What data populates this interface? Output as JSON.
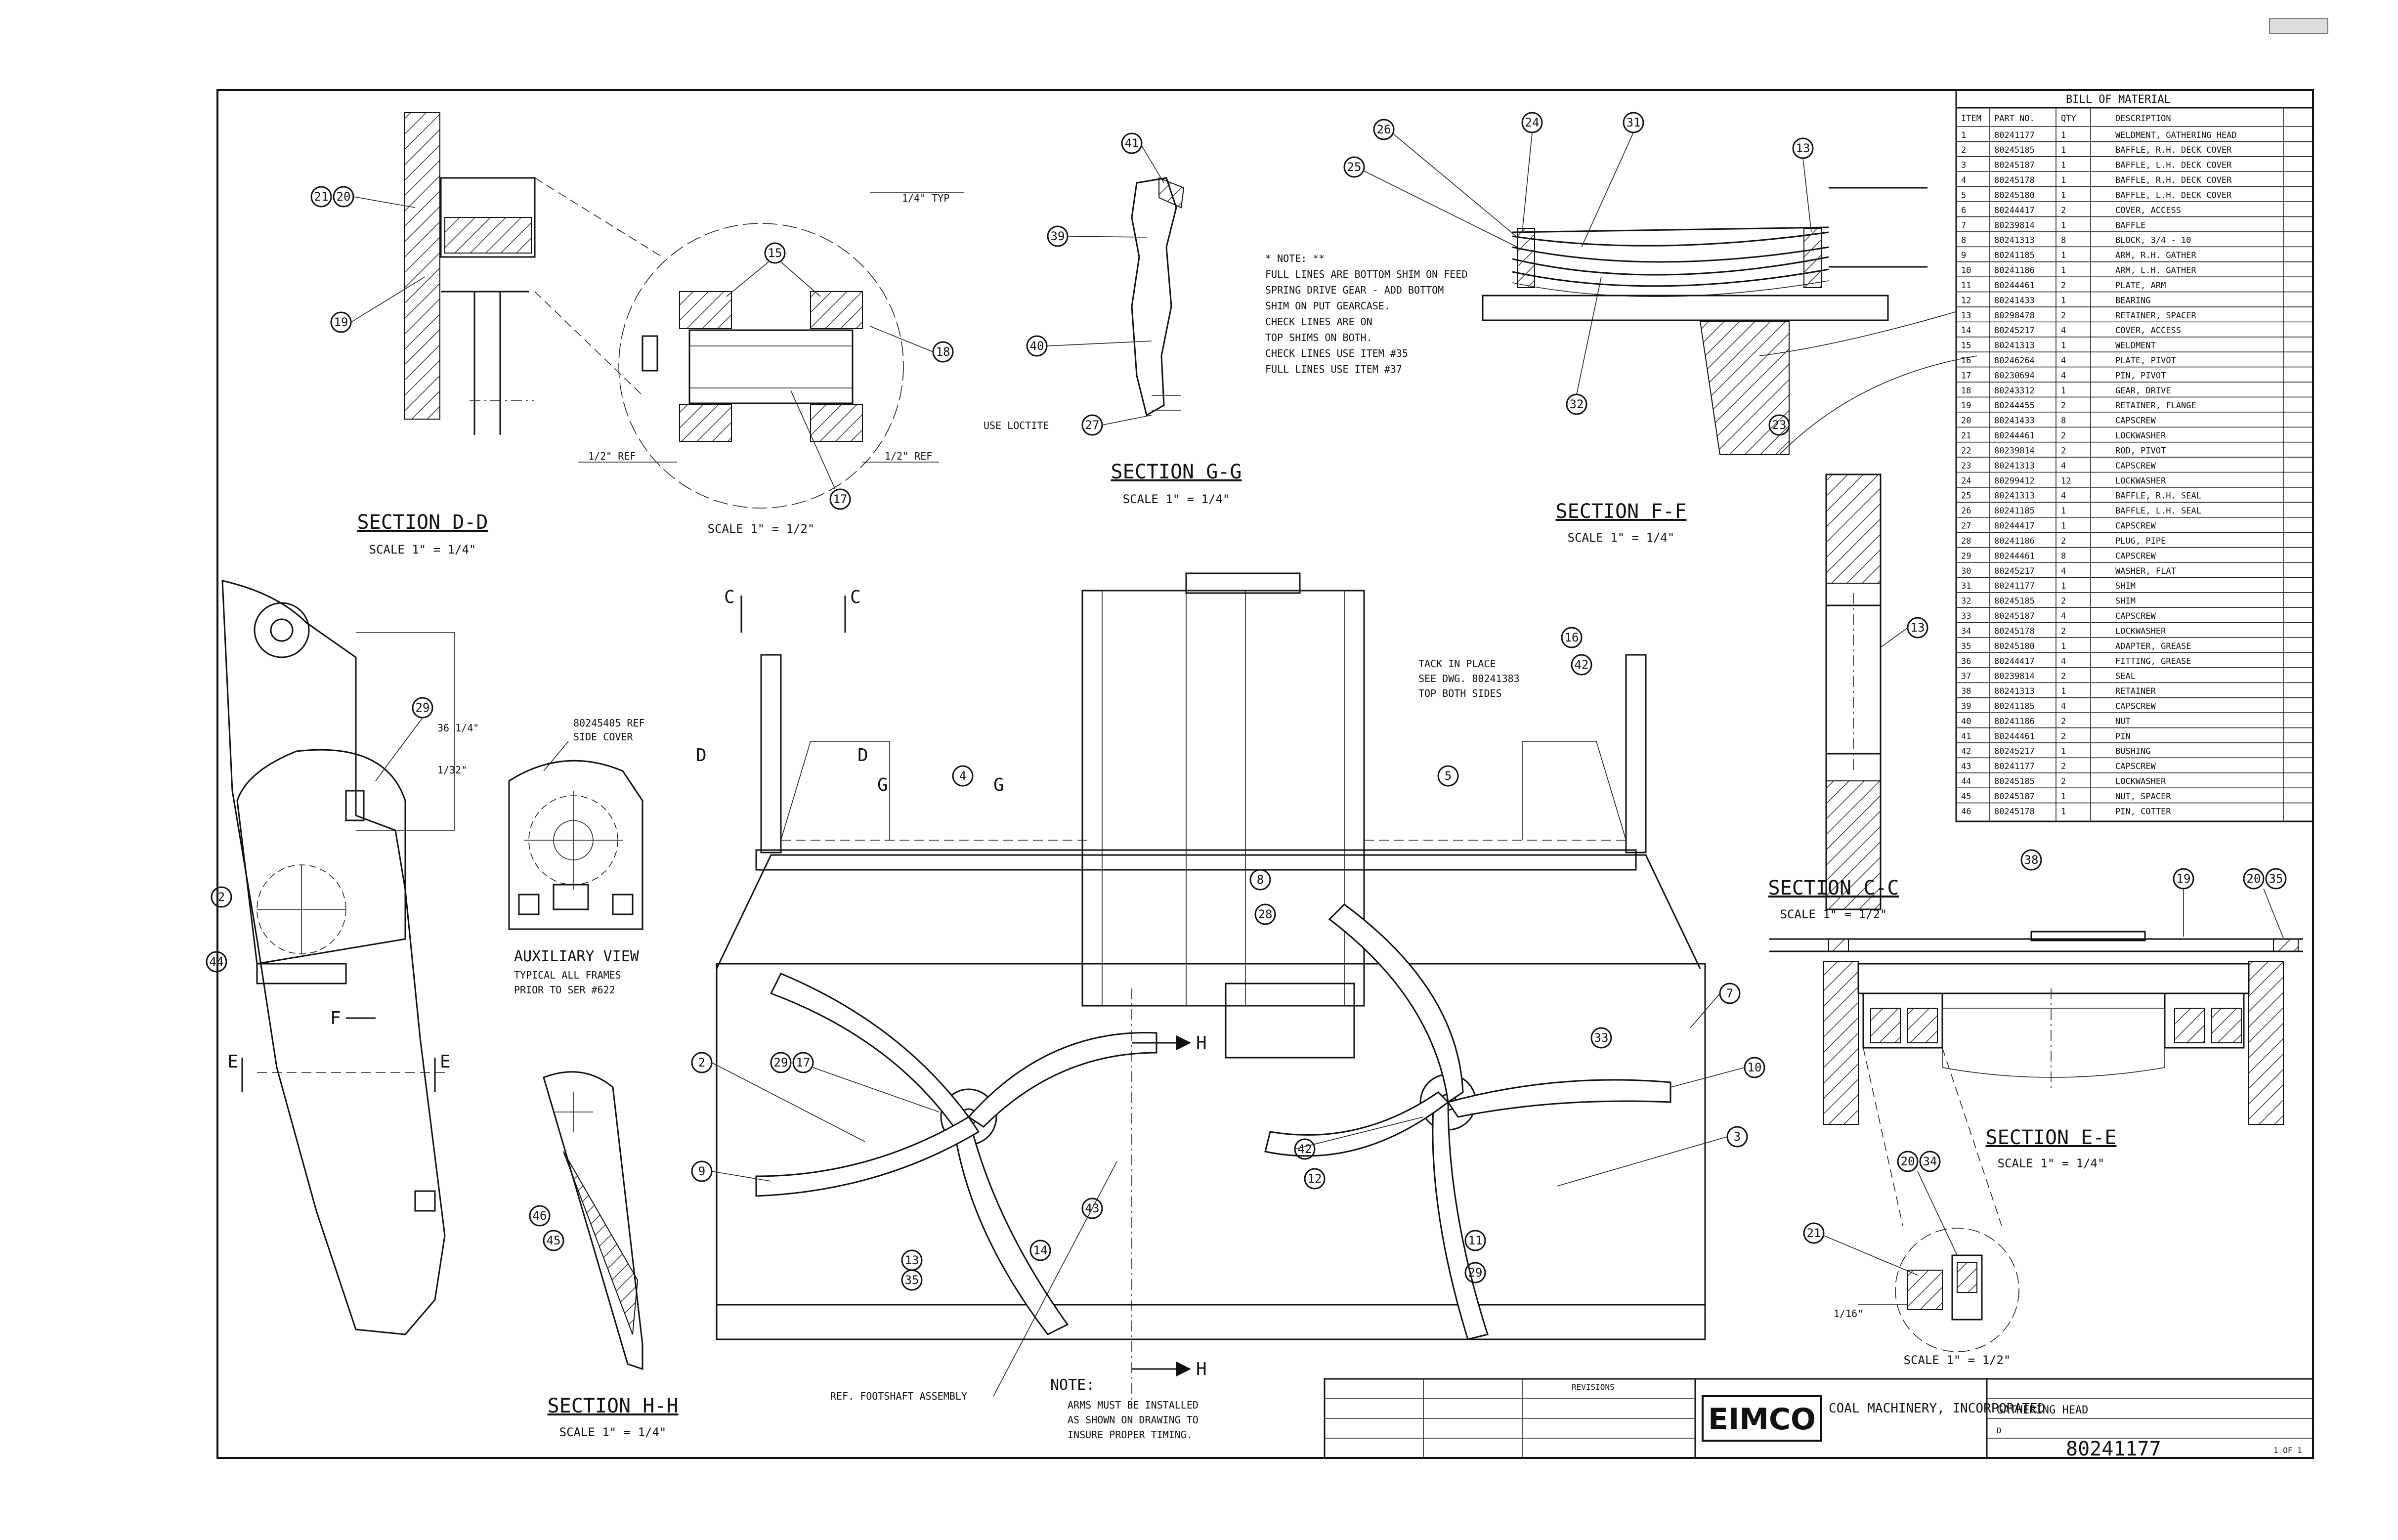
{
  "corner_tag": "",
  "views": {
    "d": {
      "title": "SECTION D-D",
      "scale": "SCALE 1\" = 1/4\""
    },
    "d_detail": {
      "scale": "SCALE 1\" = 1/2\"",
      "ref_left": "1/2\" REF",
      "ref_right": "1/2\" REF",
      "top_note": "1/4\" TYP"
    },
    "g": {
      "title": "SECTION G-G",
      "scale": "SCALE 1\" = 1/4\"",
      "loctite": "USE LOCTITE"
    },
    "f": {
      "title": "SECTION F-F",
      "scale": "SCALE 1\" = 1/4\""
    },
    "c": {
      "title": "SECTION C-C",
      "scale": "SCALE 1\" = 1/2\""
    },
    "e": {
      "title": "SECTION E-E",
      "scale": "SCALE 1\" = 1/4\""
    },
    "e_detail": {
      "scale": "SCALE 1\" = 1/2\""
    },
    "h": {
      "title": "SECTION H-H",
      "scale": "SCALE 1\" = 1/4\""
    },
    "aux": {
      "title": "AUXILIARY VIEW",
      "line1": "TYPICAL ALL FRAMES",
      "line2": "PRIOR TO SER #622"
    }
  },
  "notes": {
    "shim_notes": [
      "* NOTE: **",
      "FULL LINES ARE BOTTOM SHIM ON FEED",
      "SPRING DRIVE GEAR - ADD BOTTOM",
      "SHIM ON PUT GEARCASE.",
      "CHECK LINES ARE ON",
      "TOP SHIMS ON BOTH.",
      "CHECK LINES USE ITEM #35",
      "FULL LINES USE ITEM #37"
    ],
    "tack": [
      "TACK IN PLACE",
      "SEE DWG. 80241383",
      "TOP BOTH SIDES"
    ],
    "side_cover": [
      "80245405 REF",
      "SIDE COVER"
    ],
    "dim_top": "36 1/4\"",
    "dim_small": "1/32\"",
    "dim_e": "1/16\"",
    "ref_footshaft": "REF. FOOTSHAFT ASSEMBLY",
    "arms_note": [
      "NOTE:",
      "ARMS MUST BE INSTALLED",
      "AS SHOWN ON DRAWING TO",
      "INSURE PROPER TIMING."
    ]
  },
  "section_marks": {
    "c": "C",
    "d": "D",
    "e": "E",
    "f": "F",
    "g": "G",
    "h": "H"
  },
  "bom": {
    "title": "BILL OF MATERIAL",
    "headers": [
      "ITEM",
      "PART NO.",
      "QTY",
      "DESCRIPTION"
    ],
    "rows": [
      [
        "1",
        "80241177",
        "1",
        "WELDMENT, GATHERING HEAD"
      ],
      [
        "2",
        "80245185",
        "1",
        "BAFFLE, R.H. DECK COVER"
      ],
      [
        "3",
        "80245187",
        "1",
        "BAFFLE, L.H. DECK COVER"
      ],
      [
        "4",
        "80245178",
        "1",
        "BAFFLE, R.H. DECK COVER"
      ],
      [
        "5",
        "80245180",
        "1",
        "BAFFLE, L.H. DECK COVER"
      ],
      [
        "6",
        "80244417",
        "2",
        "COVER, ACCESS"
      ],
      [
        "7",
        "80239814",
        "1",
        "BAFFLE"
      ],
      [
        "8",
        "80241313",
        "8",
        "BLOCK, 3/4 - 10"
      ],
      [
        "9",
        "80241185",
        "1",
        "ARM, R.H. GATHER"
      ],
      [
        "10",
        "80241186",
        "1",
        "ARM, L.H. GATHER"
      ],
      [
        "11",
        "80244461",
        "2",
        "PLATE, ARM"
      ],
      [
        "12",
        "80241433",
        "1",
        "BEARING"
      ],
      [
        "13",
        "80298478",
        "2",
        "RETAINER, SPACER"
      ],
      [
        "14",
        "80245217",
        "4",
        "COVER, ACCESS"
      ],
      [
        "15",
        "80241313",
        "1",
        "WELDMENT"
      ],
      [
        "16",
        "80246264",
        "4",
        "PLATE, PIVOT"
      ],
      [
        "17",
        "80230694",
        "4",
        "PIN, PIVOT"
      ],
      [
        "18",
        "80243312",
        "1",
        "GEAR, DRIVE"
      ],
      [
        "19",
        "80244455",
        "2",
        "RETAINER, FLANGE"
      ],
      [
        "20",
        "80241433",
        "8",
        "CAPSCREW"
      ],
      [
        "21",
        "80244461",
        "2",
        "LOCKWASHER"
      ],
      [
        "22",
        "80239814",
        "2",
        "ROD, PIVOT"
      ],
      [
        "23",
        "80241313",
        "4",
        "CAPSCREW"
      ],
      [
        "24",
        "80299412",
        "12",
        "LOCKWASHER"
      ],
      [
        "25",
        "80241313",
        "4",
        "BAFFLE, R.H. SEAL"
      ],
      [
        "26",
        "80241185",
        "1",
        "BAFFLE, L.H. SEAL"
      ],
      [
        "27",
        "80244417",
        "1",
        "CAPSCREW"
      ],
      [
        "28",
        "80241186",
        "2",
        "PLUG, PIPE"
      ],
      [
        "29",
        "80244461",
        "8",
        "CAPSCREW"
      ],
      [
        "30",
        "80245217",
        "4",
        "WASHER, FLAT"
      ],
      [
        "31",
        "80241177",
        "1",
        "SHIM"
      ],
      [
        "32",
        "80245185",
        "2",
        "SHIM"
      ],
      [
        "33",
        "80245187",
        "4",
        "CAPSCREW"
      ],
      [
        "34",
        "80245178",
        "2",
        "LOCKWASHER"
      ],
      [
        "35",
        "80245180",
        "1",
        "ADAPTER, GREASE"
      ],
      [
        "36",
        "80244417",
        "4",
        "FITTING, GREASE"
      ],
      [
        "37",
        "80239814",
        "2",
        "SEAL"
      ],
      [
        "38",
        "80241313",
        "1",
        "RETAINER"
      ],
      [
        "39",
        "80241185",
        "4",
        "CAPSCREW"
      ],
      [
        "40",
        "80241186",
        "2",
        "NUT"
      ],
      [
        "41",
        "80244461",
        "2",
        "PIN"
      ],
      [
        "42",
        "80245217",
        "1",
        "BUSHING"
      ],
      [
        "43",
        "80241177",
        "2",
        "CAPSCREW"
      ],
      [
        "44",
        "80245185",
        "2",
        "LOCKWASHER"
      ],
      [
        "45",
        "80245187",
        "1",
        "NUT, SPACER"
      ],
      [
        "46",
        "80245178",
        "1",
        "PIN, COTTER"
      ]
    ]
  },
  "title_block": {
    "company": "EIMCO",
    "company_sub": "COAL MACHINERY, INCORPORATED",
    "company_addr": "",
    "revisions_title": "REVISIONS",
    "drawing_title": "GATHERING HEAD",
    "drawing_number": "80241177",
    "size": "D",
    "sheet": "1 OF 1"
  }
}
